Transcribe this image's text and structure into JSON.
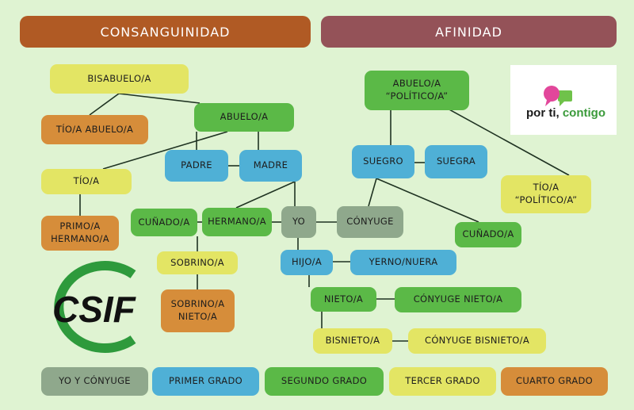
{
  "banners": {
    "consanguinity": "CONSANGUINIDAD",
    "affinity": "AFINIDAD"
  },
  "nodes": {
    "bisabuelo": "BISABUELO/A",
    "abuelo": "ABUELO/A",
    "tio_abuelo": "TÍO/A ABUELO/A",
    "padre": "PADRE",
    "madre": "MADRE",
    "tio": "TÍO/A",
    "primo": "PRIMO/A\nHERMANO/A",
    "cunado_left": "CUÑADO/A",
    "hermano": "HERMANO/A",
    "yo": "YO",
    "conyuge": "CÓNYUGE",
    "sobrino": "SOBRINO/A",
    "sobrino_nieto": "SOBRINO/A\nNIETO/A",
    "hijo": "HIJO/A",
    "yerno": "YERNO/NUERA",
    "nieto": "NIETO/A",
    "conyuge_nieto": "CÓNYUGE NIETO/A",
    "bisnieto": "BISNIETO/A",
    "conyuge_bisnieto": "CÓNYUGE BISNIETO/A",
    "abuelo_politico": "ABUELO/A\n“POLÍTICO/A”",
    "suegro": "SUEGRO",
    "suegra": "SUEGRA",
    "tio_politico": "TÍO/A\n“POLÍTICO/A”",
    "cunado_right": "CUÑADO/A"
  },
  "legend": {
    "yo_conyuge": "YO Y CÓNYUGE",
    "primer": "PRIMER GRADO",
    "segundo": "SEGUNDO GRADO",
    "tercer": "TERCER GRADO",
    "cuarto": "CUARTO GRADO"
  },
  "logos": {
    "por_ti": "por ti,",
    "contigo": "contigo",
    "csif": "CSIF"
  },
  "colors": {
    "background": "#dff3d2",
    "yo_conyuge": "#8fa88c",
    "primer_grado": "#4fb0d6",
    "segundo_grado": "#5bb947",
    "tercer_grado": "#e3e564",
    "cuarto_grado": "#d68d3a",
    "consanguinity_banner": "#b05a24",
    "affinity_banner": "#945258"
  }
}
